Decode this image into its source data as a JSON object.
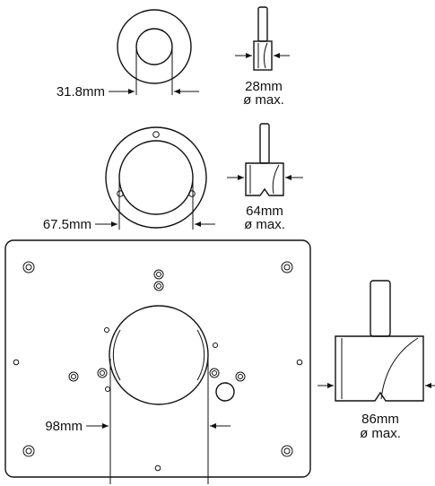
{
  "ring_small": {
    "dimension_label": "31.8mm",
    "bit_size": "28mm",
    "bit_note": "ø max."
  },
  "ring_medium": {
    "dimension_label": "67.5mm",
    "bit_size": "64mm",
    "bit_note": "ø max."
  },
  "base_plate": {
    "dimension_label": "98mm",
    "bit_size": "86mm",
    "bit_note": "ø max."
  }
}
